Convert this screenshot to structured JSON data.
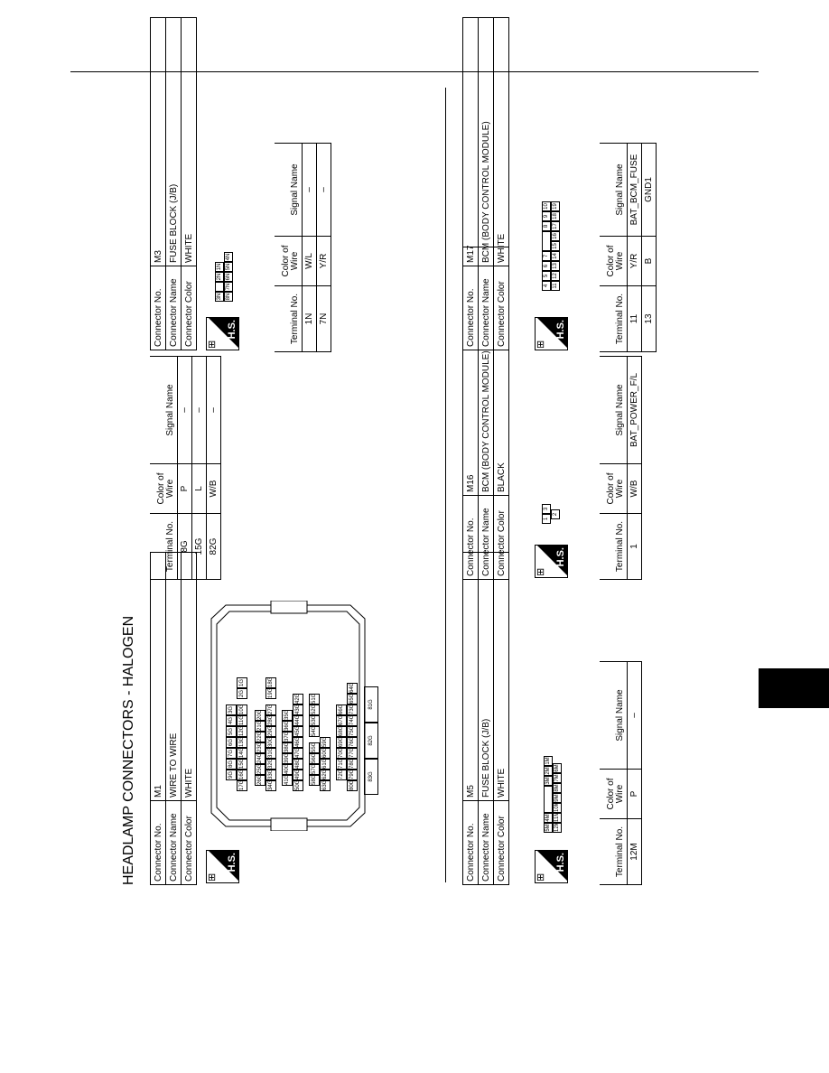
{
  "page_title": "HEADLAMP CONNECTORS - HALOGEN",
  "header_labels": {
    "no": "Connector No.",
    "name": "Connector Name",
    "color": "Connector Color"
  },
  "hs_label": "H.S.",
  "columns": {
    "terminal": "Terminal No.",
    "wire": "Color of Wire",
    "signal": "Signal Name"
  },
  "connectors": {
    "M1": {
      "no": "M1",
      "name": "WIRE TO WIRE",
      "color": "WHITE",
      "rows": [
        [
          "8G",
          "P",
          "–"
        ],
        [
          "15G",
          "L",
          "–"
        ],
        [
          "82G",
          "W/B",
          "–"
        ]
      ]
    },
    "M3": {
      "no": "M3",
      "name": "FUSE BLOCK (J/B)",
      "color": "WHITE",
      "rows": [
        [
          "1N",
          "W/L",
          "–"
        ],
        [
          "7N",
          "Y/R",
          "–"
        ]
      ]
    },
    "M5": {
      "no": "M5",
      "name": "FUSE BLOCK (J/B)",
      "color": "WHITE",
      "rows": [
        [
          "12M",
          "P",
          "–"
        ]
      ]
    },
    "M16": {
      "no": "M16",
      "name": "BCM (BODY CONTROL MODULE)",
      "color": "BLACK",
      "rows": [
        [
          "1",
          "W/B",
          "BAT_POWER_F/L"
        ]
      ]
    },
    "M17": {
      "no": "M17",
      "name": "BCM (BODY CONTROL MODULE)",
      "color": "WHITE",
      "rows": [
        [
          "11",
          "Y/R",
          "BAT_BCM_FUSE"
        ],
        [
          "13",
          "B",
          "GND1"
        ]
      ]
    }
  },
  "pin_labels": {
    "m1_r1": [
      "9G",
      "8G",
      "7G",
      "6G",
      "5G",
      "4G",
      "3G"
    ],
    "m1_r2": [
      "17G",
      "16G",
      "15G",
      "14G",
      "13G",
      "12G",
      "11G",
      "10G",
      "2G",
      "1G"
    ],
    "m1_r3": [
      "26G",
      "25G",
      "24G",
      "23G",
      "22G",
      "21G",
      "20G"
    ],
    "m1_r4": [
      "34G",
      "33G",
      "32G",
      "31G",
      "30G",
      "29G",
      "28G",
      "27G",
      "19G",
      "18G"
    ],
    "m1_r5": [
      "41G",
      "40G",
      "39G",
      "38G",
      "37G",
      "36G",
      "35G"
    ],
    "m1_r6": [
      "50G",
      "49G",
      "48G",
      "47G",
      "46G",
      "45G",
      "44G",
      "43G",
      "42G"
    ],
    "m1_r7": [
      "58G",
      "57G",
      "56G",
      "55G",
      "54G",
      "53G",
      "52G",
      "51G"
    ],
    "m1_r8": [
      "63G",
      "62G",
      "61G",
      "60G",
      "59G"
    ],
    "m1_r9": [
      "72G",
      "71G",
      "70G",
      "69G",
      "68G",
      "67G",
      "66G"
    ],
    "m1_r10": [
      "80G",
      "79G",
      "78G",
      "77G",
      "76G",
      "75G",
      "74G",
      "73G",
      "65G",
      "64G"
    ],
    "m1_big": [
      "83G",
      "82G",
      "81G"
    ],
    "m3_r1": [
      "3N",
      "2N",
      "1N"
    ],
    "m3_r2": [
      "8N",
      "7N",
      "6N",
      "5N",
      "4N"
    ],
    "m5_r1": [
      "5M",
      "4M",
      "3M",
      "2M",
      "1M"
    ],
    "m5_r2": [
      "12M",
      "11M",
      "10M",
      "9M",
      "8M",
      "7M",
      "6M"
    ],
    "m16_r1": [
      "1",
      "3"
    ],
    "m16_r2": [
      "2"
    ],
    "m17_r1": [
      "4",
      "5",
      "6",
      "7",
      "8",
      "9",
      "10"
    ],
    "m17_r2": [
      "11",
      "12",
      "13",
      "14",
      "15",
      "16",
      "17",
      "18",
      "19"
    ]
  }
}
